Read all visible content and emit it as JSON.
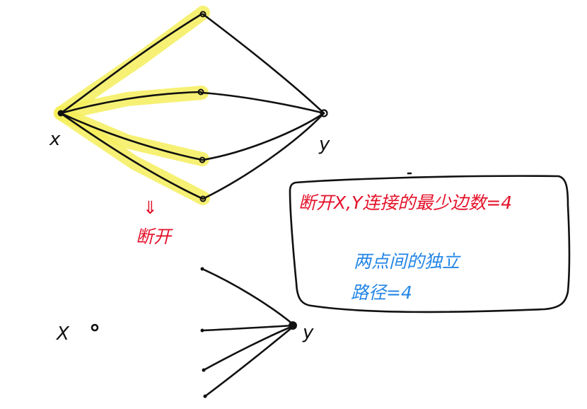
{
  "colors": {
    "ink": "#111111",
    "highlight": "#f4ef5c",
    "red_text": "#e4122a",
    "blue_text": "#2486e6"
  },
  "top_graph": {
    "source_label": "x",
    "target_label": "y",
    "middle_vertex_count": 4,
    "highlighted_edges": 4
  },
  "annotation": {
    "arrow_glyph": "⇓",
    "cut_label": "断开"
  },
  "note_box": {
    "red_line": "断开X,Y连接的最少边数=4",
    "blue_line_1": "两点间的独立",
    "blue_line_2": "路径=4"
  },
  "bottom_graph": {
    "isolated_label": "X",
    "target_label": "y",
    "dangling_edges": 4
  }
}
